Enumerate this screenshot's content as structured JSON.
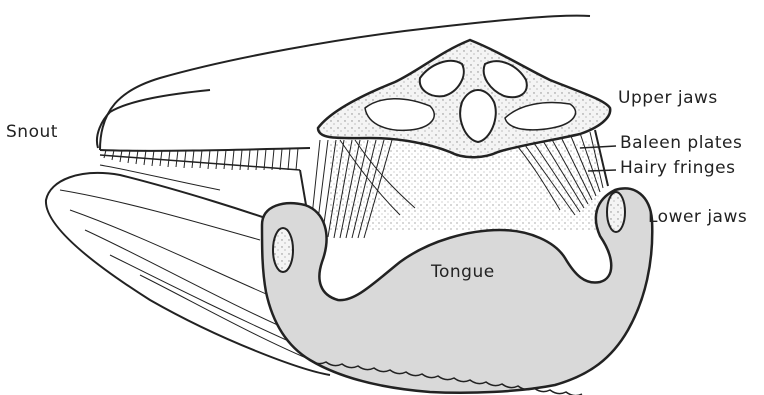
{
  "labels": {
    "snout": "Snout",
    "upper_jaws": "Upper jaws",
    "baleen_plates": "Baleen plates",
    "hairy_fringes": "Hairy fringes",
    "lower_jaws": "Lower jaws",
    "tongue": "Tongue"
  },
  "colors": {
    "ink": "#222222",
    "bone_fill": "#e8e8e8",
    "tongue_fill": "#d9d9d9",
    "background": "#ffffff"
  }
}
